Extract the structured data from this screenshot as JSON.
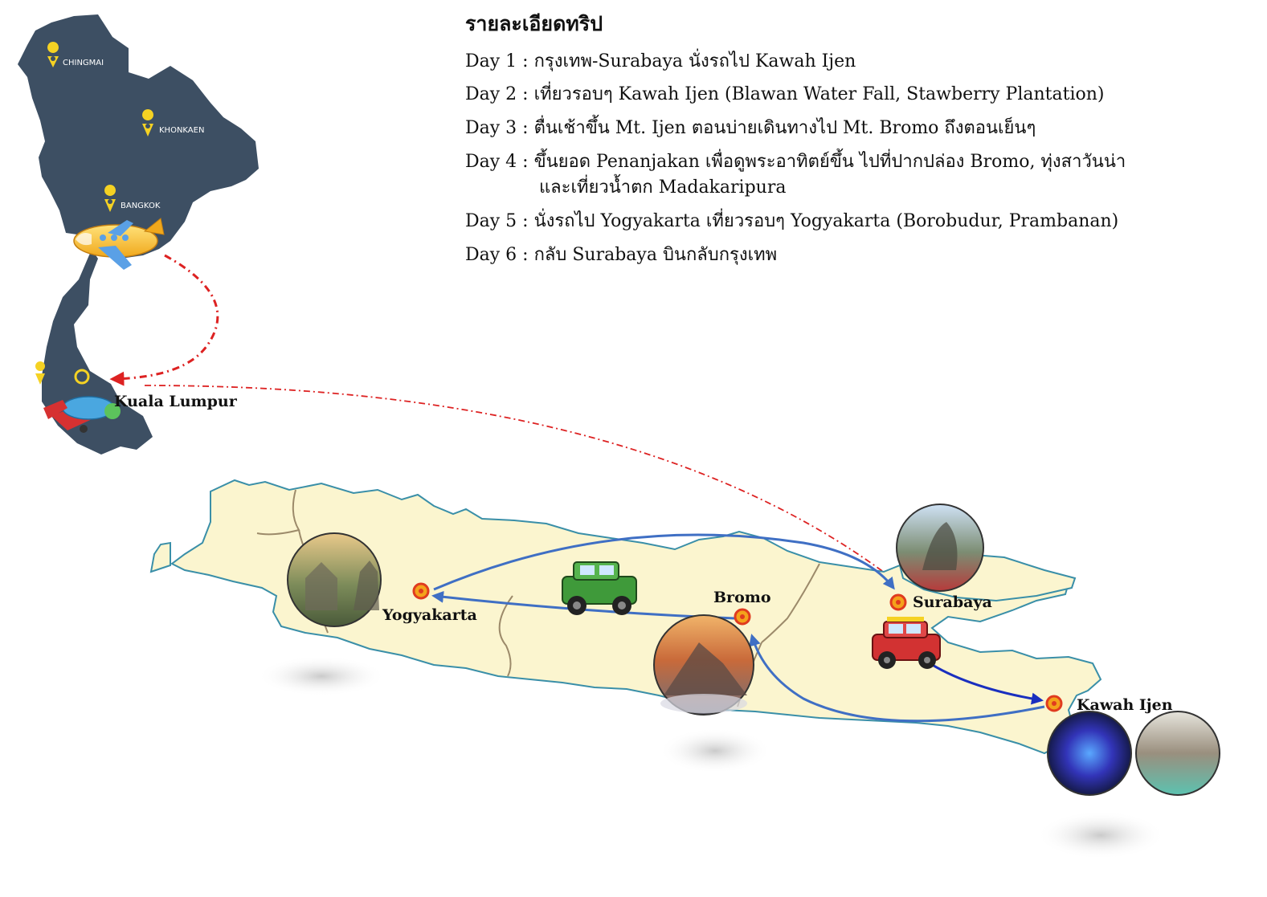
{
  "itinerary": {
    "title": "รายละเอียดทริป",
    "days": [
      {
        "text": "Day 1 : กรุงเทพ-Surabaya นั่งรถไป Kawah Ijen"
      },
      {
        "text": "Day 2 : เที่ยวรอบๆ Kawah Ijen (Blawan Water Fall, Stawberry Plantation)"
      },
      {
        "text": "Day 3 : ตื่นเช้าขึ้น Mt. Ijen ตอนบ่ายเดินทางไป Mt. Bromo ถึงตอนเย็นๆ"
      },
      {
        "text": "Day 4 : ขึ้นยอด Penanjakan เพื่อดูพระอาทิตย์ขึ้น ไปที่ปากปล่อง Bromo, ทุ่งสาวันน่า",
        "continuation": "และเที่ยวน้ำตก Madakaripura"
      },
      {
        "text": "Day 5 : นั่งรถไป Yogyakarta เที่ยวรอบๆ Yogyakarta (Borobudur, Prambanan)"
      },
      {
        "text": "Day 6 : กลับ Surabaya บินกลับกรุงเทพ"
      }
    ]
  },
  "thailand_cities": {
    "chiangmai": "CHINGMAI",
    "khonkaen": "KHONKAEN",
    "bangkok": "BANGKOK"
  },
  "java_cities": {
    "kuala_lumpur": "Kuala Lumpur",
    "yogyakarta": "Yogyakarta",
    "bromo": "Bromo",
    "surabaya": "Surabaya",
    "kawah_ijen": "Kawah Ijen"
  },
  "colors": {
    "thailand_map": "#3d4f63",
    "java_land": "#fbf5cf",
    "java_border": "#3a8fa8",
    "province_line": "#9c8a6a",
    "flight_route": "#dd2222",
    "drive_route": "#3f6fc4",
    "drive_route_dark": "#1a2fbf",
    "pin_yellow": "#f5d223",
    "target_red": "#e03b1f",
    "target_orange": "#f4a21b"
  },
  "icons": [
    "map-pin-icon",
    "airplane-icon",
    "jeep-icon",
    "location-target-icon",
    "photo-landmark-icon"
  ]
}
